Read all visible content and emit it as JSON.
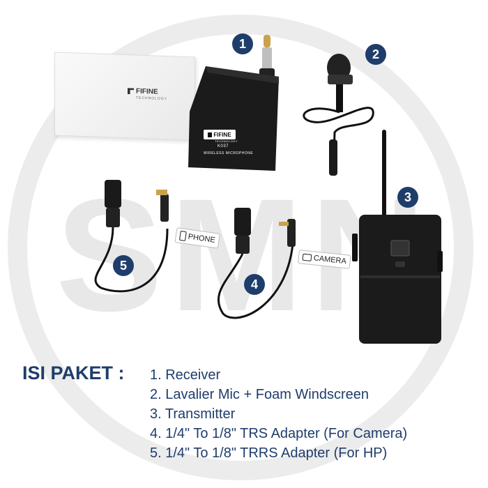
{
  "watermark": {
    "text": "SMN"
  },
  "badges": [
    "1",
    "2",
    "3",
    "4",
    "5"
  ],
  "box_brand": {
    "name": "FIFINE",
    "sub": "TECHNOLOGY"
  },
  "receiver": {
    "brand": "FIFINE",
    "brand_sub": "TECHNOLOGY",
    "model": "K037",
    "caption": "WIRELESS MICROPHONE"
  },
  "tags": {
    "phone": "PHONE",
    "camera": "CAMERA"
  },
  "package": {
    "title": "ISI PAKET :",
    "items": [
      "1. Receiver",
      "2. Lavalier Mic + Foam Windscreen",
      "3. Transmitter",
      "4. 1/4\" To 1/8\" TRS Adapter (For Camera)",
      "5. 1/4\" To 1/8\" TRRS Adapter (For HP)"
    ]
  },
  "colors": {
    "accent": "#1f3d6b",
    "watermark": "#e6e6e6",
    "device": "#1a1a1a"
  }
}
